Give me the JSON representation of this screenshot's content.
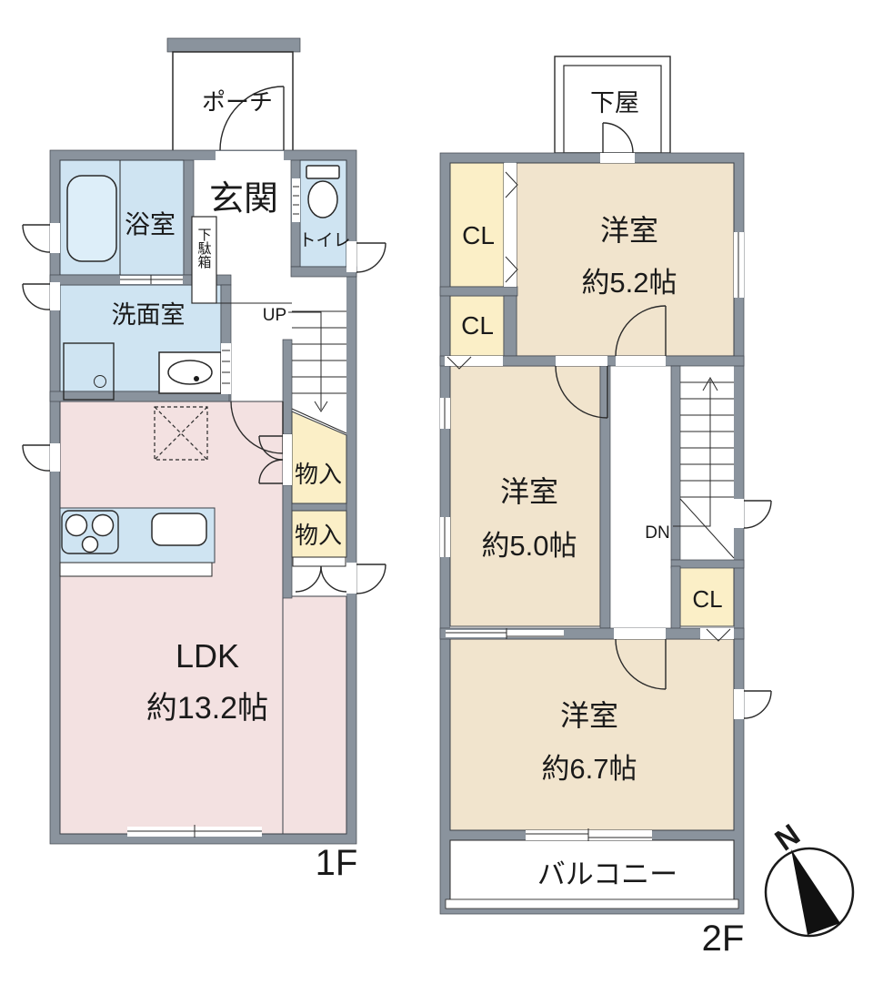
{
  "palette": {
    "wall_gray": "#8a939d",
    "water_blue": "#cfe4f2",
    "ldk_pink": "#f3e1e1",
    "storage_cream": "#fbefc7",
    "room_tan": "#f1e4cd",
    "line_black": "#2a2a2a"
  },
  "floor1": {
    "floor_label": "1F",
    "porch": "ポーチ",
    "entrance": "玄関",
    "shoe_cabinet": "下駄箱",
    "bathroom": "浴室",
    "toilet": "トイレ",
    "washroom": "洗面室",
    "stairs_label": "UP",
    "storage_a": "物入",
    "storage_b": "物入",
    "ldk_name": "LDK",
    "ldk_size": "約13.2帖"
  },
  "floor2": {
    "floor_label": "2F",
    "lower_roof": "下屋",
    "closet_a": "CL",
    "closet_b": "CL",
    "closet_c": "CL",
    "room1_name": "洋室",
    "room1_size": "約5.2帖",
    "room2_name": "洋室",
    "room2_size": "約5.0帖",
    "room3_name": "洋室",
    "room3_size": "約6.7帖",
    "stairs_label": "DN",
    "balcony": "バルコニー"
  },
  "compass": {
    "north": "N"
  }
}
